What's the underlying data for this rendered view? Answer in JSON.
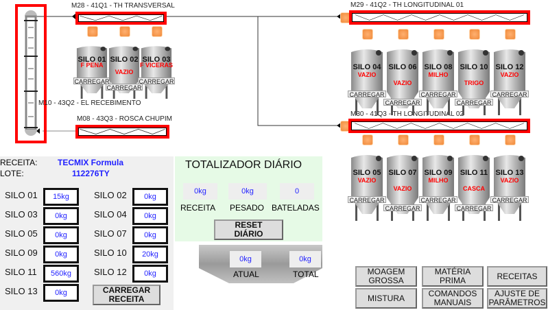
{
  "conveyors": {
    "top_left": "M28 - 41Q1 -  TH TRANSVERSAL",
    "right1": "M29 - 41Q2 -  TH LONGITUDINAL 01",
    "right2": "M30 - 41Q3 -  TH LONGITUDINAL 02",
    "bottom_left": "M08 - 43Q3 -  ROSCA CHUPIM",
    "elevator": "M10 - 43Q2 -  EL RECEBIMENTO"
  },
  "silo_button_label": "CARREGAR",
  "silos_left": [
    {
      "name": "SILO 01",
      "status": "F PENA"
    },
    {
      "name": "SILO 02",
      "status": "VAZIO"
    },
    {
      "name": "SILO 03",
      "status": "F VICERAS"
    }
  ],
  "silos_right1": [
    {
      "name": "SILO 04",
      "status": "VAZIO"
    },
    {
      "name": "SILO 06",
      "status": "VAZIO"
    },
    {
      "name": "SILO 08",
      "status": "MILHO"
    },
    {
      "name": "SILO 10",
      "status": "TRIGO"
    },
    {
      "name": "SILO 12",
      "status": "VAZIO"
    }
  ],
  "silos_right2": [
    {
      "name": "SILO 05",
      "status": "VAZIO"
    },
    {
      "name": "SILO 07",
      "status": "VAZIO"
    },
    {
      "name": "SILO 09",
      "status": "MILHO"
    },
    {
      "name": "SILO 11",
      "status": "CASCA"
    },
    {
      "name": "SILO 13",
      "status": "VAZIO"
    }
  ],
  "recipe": {
    "receita_label": "RECEITA:",
    "receita_value": "TECMIX Formula",
    "lote_label": "LOTE:",
    "lote_value": "112276TY",
    "entries": [
      {
        "silo": "SILO 01",
        "value": "15kg"
      },
      {
        "silo": "SILO 02",
        "value": "0kg"
      },
      {
        "silo": "SILO 03",
        "value": "0kg"
      },
      {
        "silo": "SILO 04",
        "value": "0kg"
      },
      {
        "silo": "SILO 05",
        "value": "0kg"
      },
      {
        "silo": "SILO 07",
        "value": "0kg"
      },
      {
        "silo": "SILO 09",
        "value": "0kg"
      },
      {
        "silo": "SILO 10",
        "value": "20kg"
      },
      {
        "silo": "SILO 11",
        "value": "560kg"
      },
      {
        "silo": "SILO 12",
        "value": "0kg"
      },
      {
        "silo": "SILO 13",
        "value": "0kg"
      }
    ],
    "load_button": [
      "CARREGAR",
      "RECEITA"
    ]
  },
  "totalizer": {
    "title": "TOTALIZADOR DIÁRIO",
    "receita_value": "0kg",
    "receita_label": "RECEITA",
    "pesado_value": "0kg",
    "pesado_label": "PESADO",
    "bateladas_value": "0",
    "bateladas_label": "BATELADAS",
    "reset_button": [
      "RESET",
      "DIÁRIO"
    ]
  },
  "scale": {
    "atual_value": "0kg",
    "atual_label": "ATUAL",
    "total_value": "0kg",
    "total_label": "TOTAL"
  },
  "nav": [
    [
      "MOAGEM",
      "GROSSA"
    ],
    [
      "MATÉRIA",
      "PRIMA"
    ],
    [
      "RECEITAS"
    ],
    [
      "MISTURA"
    ],
    [
      "COMANDOS",
      "MANUAIS"
    ],
    [
      "AJUSTE DE",
      "PARÂMETROS"
    ]
  ]
}
